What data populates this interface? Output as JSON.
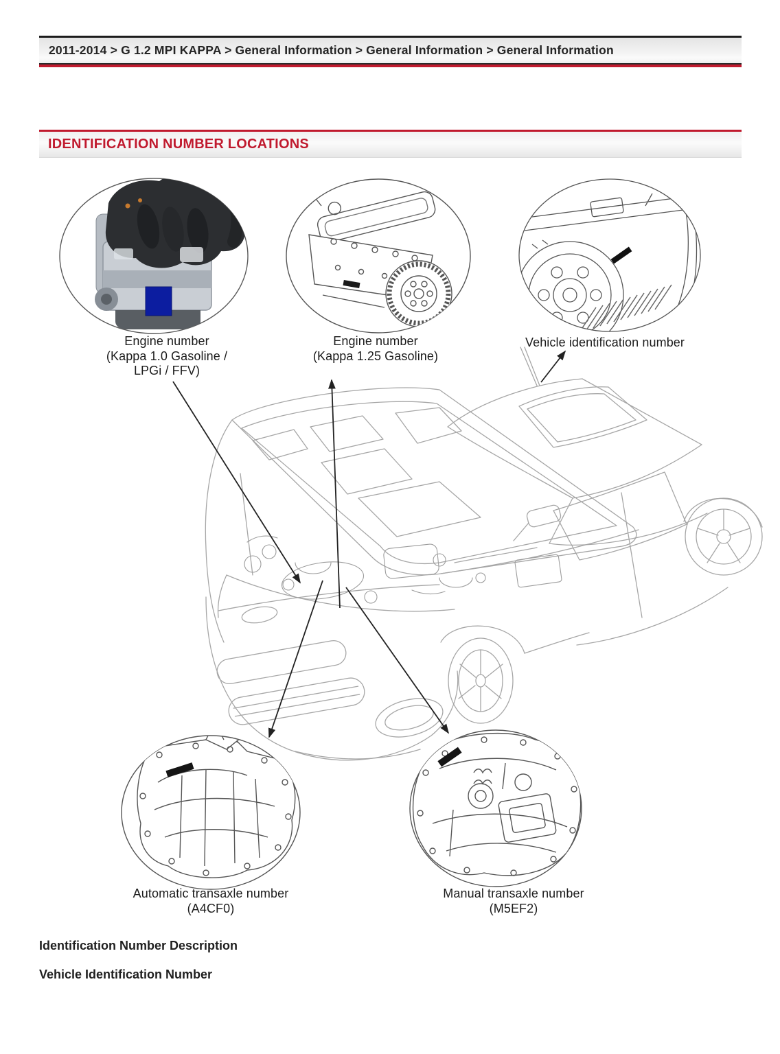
{
  "breadcrumb": {
    "text": "2011-2014 > G 1.2 MPI KAPPA > General Information > General Information > General Information"
  },
  "section": {
    "title": "IDENTIFICATION NUMBER LOCATIONS"
  },
  "colors": {
    "accent_red": "#c01a2e",
    "bar_border": "#1c1c1c",
    "line_art": "#a6a6a6",
    "callout_stroke": "#5a5a5a",
    "arrow": "#222222",
    "text": "#1e1e1e",
    "photo_blue_tag": "#0c1da0"
  },
  "diagram": {
    "callouts": [
      {
        "id": "engine-kappa-1-0",
        "label_lines": [
          "Engine number",
          "(Kappa 1.0 Gasoline /",
          "LPGi / FFV)"
        ]
      },
      {
        "id": "engine-kappa-1-25",
        "label_lines": [
          "Engine number",
          "(Kappa 1.25 Gasoline)"
        ]
      },
      {
        "id": "vehicle-identification-number",
        "label_lines": [
          "Vehicle identification number"
        ]
      },
      {
        "id": "automatic-transaxle",
        "label_lines": [
          "Automatic transaxle number",
          "(A4CF0)"
        ]
      },
      {
        "id": "manual-transaxle",
        "label_lines": [
          "Manual transaxle number",
          "(M5EF2)"
        ]
      }
    ]
  },
  "footer": {
    "headings": [
      "Identification Number Description",
      "Vehicle Identification Number"
    ]
  }
}
